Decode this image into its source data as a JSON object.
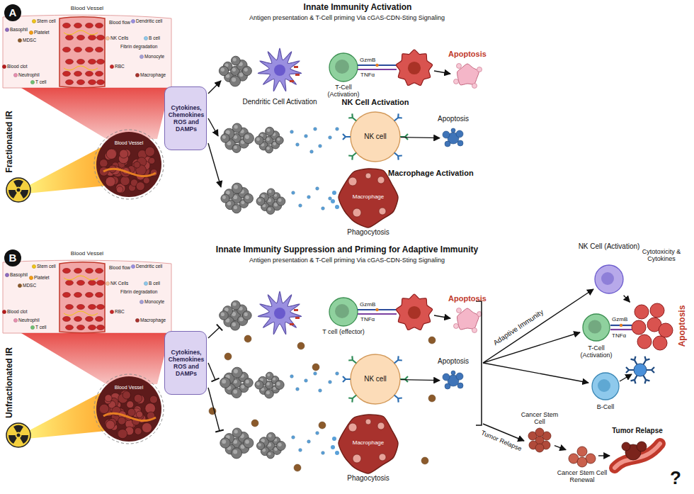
{
  "diagram": {
    "nodes": [
      {
        "text": [
          "A"
        ]
      },
      {
        "text": [
          "Blood Vessel"
        ]
      },
      {
        "text": [
          "Blood Vessel"
        ]
      },
      {
        "text": [
          "Cytokines, Chemokines ROS and DAMPs"
        ]
      },
      {
        "text": [
          "Dendritic Cell Activation"
        ]
      },
      {
        "text": [
          "T-Cell (Activation)"
        ]
      },
      {
        "text": [
          "Apoptosis"
        ]
      },
      {
        "text": [
          "NK Cell Activation",
          "NK cell"
        ]
      },
      {
        "text": [
          "Apoptosis"
        ]
      },
      {
        "text": [
          "Macrophage Activation",
          "Macrophage",
          "Phagocytosis"
        ]
      },
      {
        "text": [
          "B"
        ]
      },
      {
        "text": [
          "Blood Vessel"
        ]
      },
      {
        "text": [
          "Blood Vessel"
        ]
      },
      {
        "text": [
          "Cytokines, Chemokines ROS and DAMPs"
        ]
      },
      {
        "text": [
          "T cell (effector)"
        ]
      },
      {
        "text": [
          "Apoptosis"
        ]
      },
      {
        "text": [
          "NK cell"
        ]
      },
      {
        "text": [
          "Apoptosis"
        ]
      },
      {
        "text": [
          "Macrophage",
          "Phagocytosis"
        ]
      },
      {
        "text": [
          "NK Cell (Activation)"
        ]
      },
      {
        "text": [
          "Apoptosis"
        ]
      },
      {
        "text": [
          "T-Cell (Activation)"
        ]
      },
      {
        "text": [
          "B-Cell"
        ]
      },
      {
        "text": [
          "Cancer Stem Cell"
        ]
      },
      {
        "text": [
          "Cancer Stem Cell Renewal"
        ]
      },
      {
        "text": [
          "Tumor Relapse"
        ]
      }
    ],
    "edges": [
      {
        "from": 7,
        "to": 8,
        "arrow": "to"
      },
      {
        "from": 16,
        "to": 17,
        "arrow": "to"
      },
      {
        "from": 19,
        "to": 20,
        "arrow": "to"
      },
      {
        "from": 23,
        "to": 24,
        "arrow": "to"
      },
      {
        "from": 24,
        "to": 25,
        "arrow": "to"
      }
    ],
    "labels": [
      "Basophil",
      "Stem cell",
      "Platelet",
      "MDSC",
      "Blood clot",
      "Neutrophil",
      "T cell",
      "Blood flow",
      "Dendritic cell",
      "NK Cells",
      "B cell",
      "Fibrin degradation",
      "Monocyte",
      "RBC",
      "Macrophage",
      "Fractionated IR",
      "Innate Immunity Activation",
      "Antigen presentation & T-Cell priming Via cGAS-CDN-Sting Signaling",
      "GzmB",
      "TNFα",
      "Basophil",
      "Stem cell",
      "Platelet",
      "MDSC",
      "Blood clot",
      "Neutrophil",
      "T cell",
      "Blood flow",
      "Dendritic cell",
      "NK Cells",
      "B cell",
      "Fibrin degradation",
      "Monocyte",
      "RBC",
      "Macrophage",
      "Unfractionated IR",
      "Innate Immunity Suppression and Priming for Adaptive Immunity",
      "Antigen presentation & T-Cell priming Via cGAS-CDN-Sting Signaling",
      "GzmB",
      "TNFα",
      "Adaptive Immunity",
      "Tumor Relapse",
      "Cytotoxicity & Cytokines",
      "GzmB",
      "TNFα",
      "?"
    ]
  }
}
